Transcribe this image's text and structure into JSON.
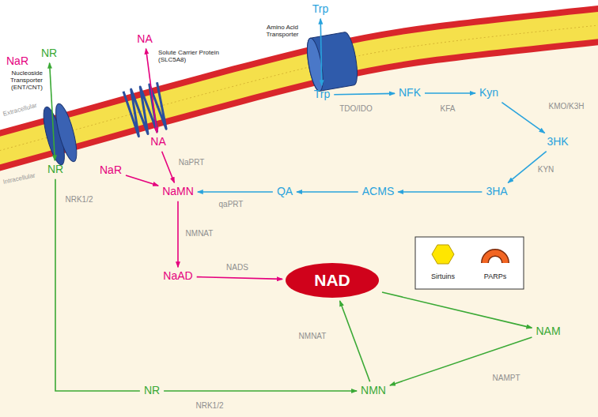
{
  "diagram": {
    "nodes": [
      {
        "text": [
          "NaR"
        ]
      },
      {
        "text": [
          "NR"
        ]
      },
      {
        "text": [
          "NA"
        ]
      },
      {
        "text": [
          "Trp"
        ]
      },
      {
        "text": [
          "Trp"
        ]
      },
      {
        "text": [
          "NFK"
        ]
      },
      {
        "text": [
          "Kyn"
        ]
      },
      {
        "text": [
          "NR"
        ]
      },
      {
        "text": [
          "NaR"
        ]
      },
      {
        "text": [
          "NA"
        ]
      },
      {
        "text": [
          "3HK"
        ]
      },
      {
        "text": [
          "NaMN"
        ]
      },
      {
        "text": [
          "QA"
        ]
      },
      {
        "text": [
          "ACMS"
        ]
      },
      {
        "text": [
          "3HA"
        ]
      },
      {
        "text": [
          "NaAD"
        ]
      },
      {
        "text": [
          "NAD"
        ]
      },
      {
        "text": [
          "NAM"
        ]
      },
      {
        "text": [
          "NR"
        ]
      },
      {
        "text": [
          "NMN"
        ]
      }
    ],
    "edges": [
      {
        "from": 1,
        "to": 7,
        "arrow": "both"
      },
      {
        "from": 2,
        "to": 9,
        "arrow": "both"
      },
      {
        "from": 3,
        "to": 4,
        "arrow": "both"
      },
      {
        "from": 4,
        "to": 5,
        "label": "TDO/IDO",
        "arrow": "to"
      },
      {
        "from": 5,
        "to": 6,
        "label": "KFA",
        "arrow": "to"
      },
      {
        "from": 6,
        "to": 10,
        "label": "KMO/K3H",
        "arrow": "to"
      },
      {
        "from": 10,
        "to": 14,
        "label": "KYN",
        "arrow": "to"
      },
      {
        "from": 14,
        "to": 13,
        "arrow": "to"
      },
      {
        "from": 13,
        "to": 12,
        "arrow": "to"
      },
      {
        "from": 12,
        "to": 11,
        "label": "qaPRT",
        "arrow": "to"
      },
      {
        "from": 8,
        "to": 11,
        "label": "NRK1/2",
        "arrow": "to"
      },
      {
        "from": 9,
        "to": 11,
        "label": "NaPRT",
        "arrow": "to"
      },
      {
        "from": 11,
        "to": 15,
        "label": "NMNAT",
        "arrow": "to"
      },
      {
        "from": 15,
        "to": 16,
        "label": "NADS",
        "arrow": "to"
      },
      {
        "from": 16,
        "to": 17,
        "arrow": "to"
      },
      {
        "from": 17,
        "to": 19,
        "label": "NAMPT",
        "arrow": "to"
      },
      {
        "from": 19,
        "to": 16,
        "label": "NMNAT",
        "arrow": "to"
      },
      {
        "from": 7,
        "to": 18,
        "arrow": "none"
      },
      {
        "from": 18,
        "to": 19,
        "label": "NRK1/2",
        "arrow": "to"
      }
    ],
    "labels": [
      "Nucleoside Transporter (ENT/CNT)",
      "Solute Carrier Protein (SLC5A8)",
      "Amino Acid Transporter",
      "Extracellular",
      "Intracellular"
    ],
    "legend": [
      {
        "text": "Sirtuins"
      },
      {
        "text": "PARPs"
      }
    ]
  }
}
